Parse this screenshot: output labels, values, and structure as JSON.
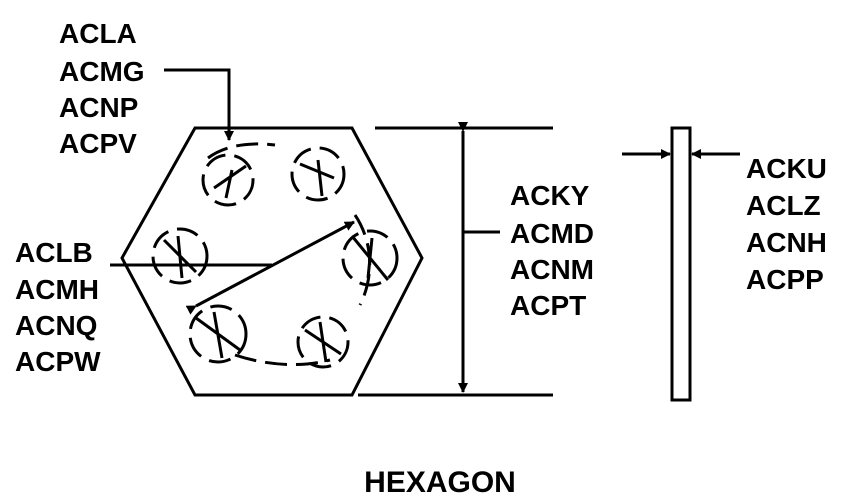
{
  "title": "HEXAGON",
  "labels": {
    "top_left": [
      "ACLA",
      "ACMG",
      "ACNP",
      "ACPV"
    ],
    "mid_left": [
      "ACLB",
      "ACMH",
      "ACNQ",
      "ACPW"
    ],
    "center_right": [
      "ACKY",
      "ACMD",
      "ACNM",
      "ACPT"
    ],
    "far_right": [
      "ACKU",
      "ACLZ",
      "ACNH",
      "ACPP"
    ]
  }
}
